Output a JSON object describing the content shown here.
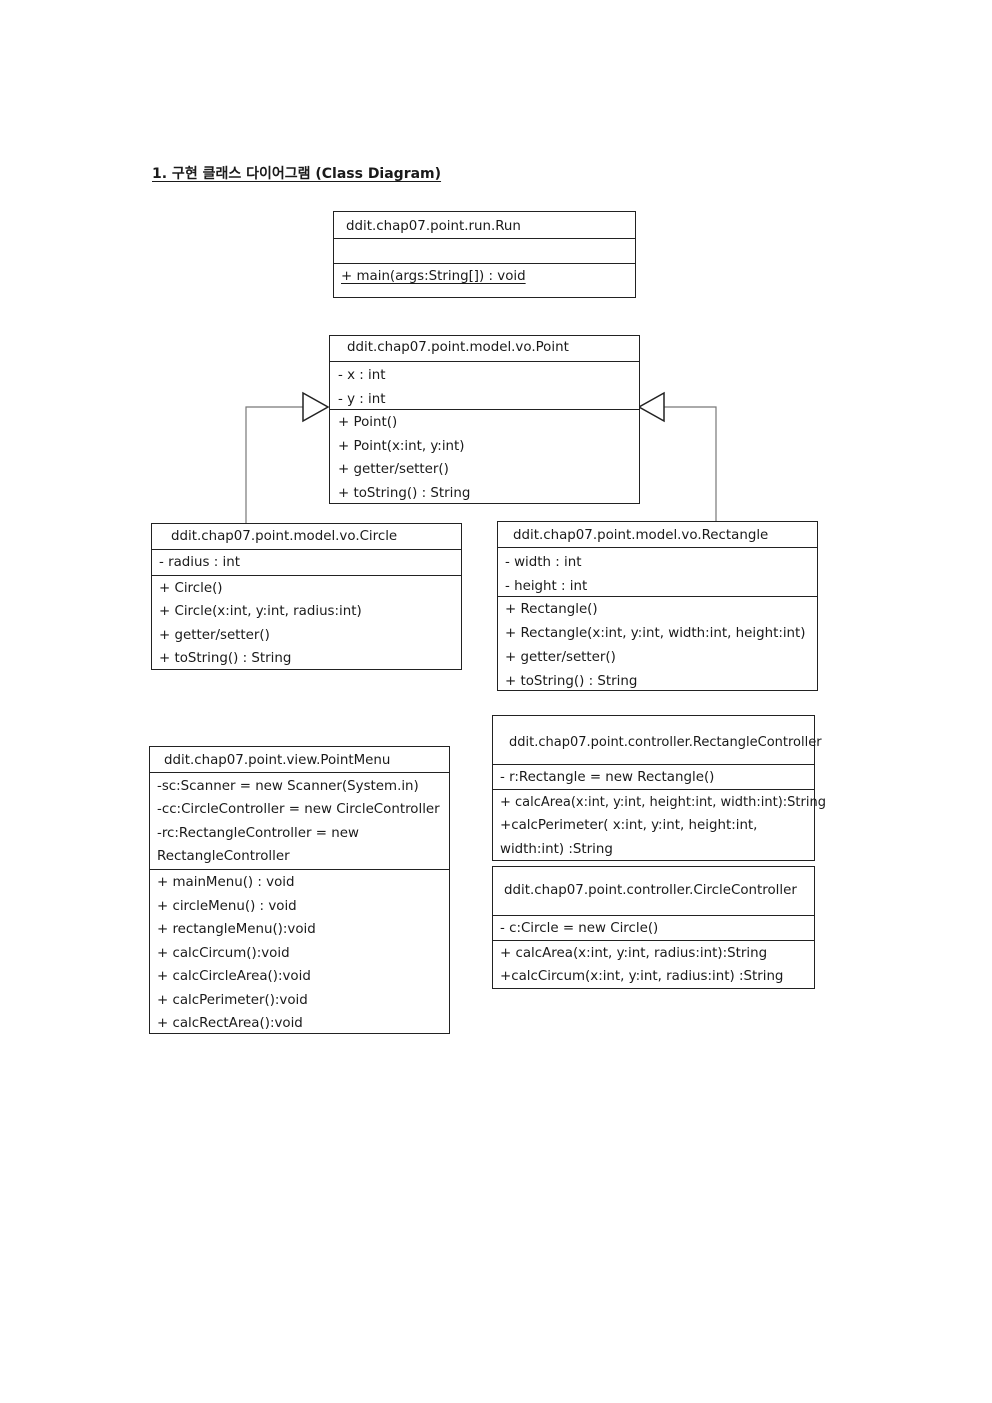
{
  "title": "1. 구현 클래스 다이어그램 (Class Diagram)",
  "classes": {
    "run": {
      "name": "ddit.chap07.point.run.Run",
      "attributes": [],
      "methods": [
        "+ main(args:String[]) : void"
      ]
    },
    "point": {
      "name": "ddit.chap07.point.model.vo.Point",
      "attributes": [
        "- x : int",
        "- y : int"
      ],
      "methods": [
        "+ Point()",
        "+ Point(x:int, y:int)",
        "+ getter/setter()",
        "+ toString() : String"
      ]
    },
    "circle": {
      "name": "ddit.chap07.point.model.vo.Circle",
      "attributes": [
        "- radius : int"
      ],
      "methods": [
        "+ Circle()",
        "+ Circle(x:int, y:int, radius:int)",
        "+ getter/setter()",
        "+ toString() : String"
      ]
    },
    "rectangle": {
      "name": "ddit.chap07.point.model.vo.Rectangle",
      "attributes": [
        "- width : int",
        "- height : int"
      ],
      "methods": [
        "+ Rectangle()",
        "+ Rectangle(x:int, y:int, width:int, height:int)",
        "+ getter/setter()",
        "+ toString() : String"
      ]
    },
    "pointmenu": {
      "name": "ddit.chap07.point.view.PointMenu",
      "attributes": [
        "-sc:Scanner = new Scanner(System.in)",
        "-cc:CircleController = new CircleController",
        "-rc:RectangleController = new",
        "RectangleController"
      ],
      "methods": [
        "+ mainMenu() : void",
        "+ circleMenu() : void",
        "+ rectangleMenu():void",
        "+ calcCircum():void",
        "+ calcCircleArea():void",
        "+ calcPerimeter():void",
        "+ calcRectArea():void"
      ]
    },
    "rectcontroller": {
      "name": "ddit.chap07.point.controller.RectangleController",
      "attributes": [
        "- r:Rectangle = new Rectangle()"
      ],
      "methods": [
        "+ calcArea(x:int, y:int, height:int, width:int):String",
        "+calcPerimeter( x:int, y:int, height:int,",
        "width:int) :String"
      ]
    },
    "circlecontroller": {
      "name": "ddit.chap07.point.controller.CircleController",
      "attributes": [
        "- c:Circle = new Circle()"
      ],
      "methods": [
        "+ calcArea(x:int, y:int, radius:int):String",
        "+calcCircum(x:int, y:int, radius:int) :String"
      ]
    }
  }
}
